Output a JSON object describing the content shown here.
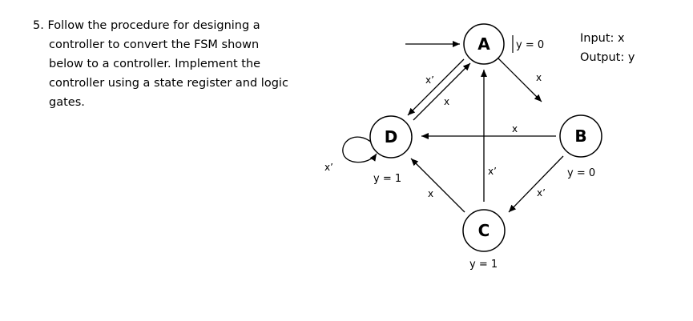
{
  "question": {
    "lines": [
      "5. Follow the procedure for designing a",
      "controller to convert the FSM shown",
      "below to a controller. Implement the",
      "controller using a state register and logic",
      "gates."
    ]
  },
  "io": {
    "input": "Input: x",
    "output": "Output: y"
  },
  "states": {
    "A": {
      "name": "A",
      "output": "y = 0",
      "initial": true
    },
    "B": {
      "name": "B",
      "output": "y = 0"
    },
    "C": {
      "name": "C",
      "output": "y = 1"
    },
    "D": {
      "name": "D",
      "output": "y = 1"
    }
  },
  "transitions": {
    "a_to_b": {
      "from": "A",
      "to": "B",
      "label": "x"
    },
    "a_to_d": {
      "from": "A",
      "to": "D",
      "label": "x’"
    },
    "d_to_a": {
      "from": "D",
      "to": "A",
      "label": "x"
    },
    "b_to_d": {
      "from": "B",
      "to": "D",
      "label": "x"
    },
    "b_to_c": {
      "from": "B",
      "to": "C",
      "label": "x’"
    },
    "c_to_a": {
      "from": "C",
      "to": "A",
      "label": "x’"
    },
    "c_to_d": {
      "from": "C",
      "to": "D",
      "label": "x"
    },
    "d_to_d": {
      "from": "D",
      "to": "D",
      "label": "x’"
    }
  }
}
